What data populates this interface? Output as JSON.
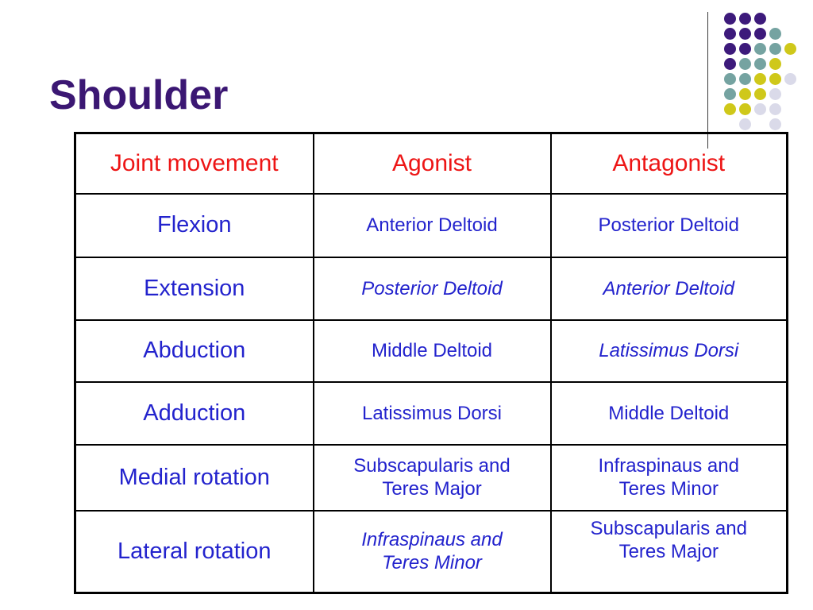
{
  "slide": {
    "title": "Shoulder"
  },
  "decoration": {
    "dot_colors": {
      "P": "#3d1a7b",
      "T": "#75a3a1",
      "Y": "#cfc81a",
      "L": "#dadae9"
    },
    "dot_rows": [
      "PPP..",
      "PPPT.",
      "PPTTY",
      "PTTY.",
      "TTYYL",
      "TYYL.",
      "YYLL.",
      ".L.L."
    ]
  },
  "colors": {
    "title_text": "#3b1773",
    "header_text": "#ed1515",
    "cell_text": "#2323cd",
    "table_border": "#000000"
  },
  "table": {
    "headers": [
      "Joint movement",
      "Agonist",
      "Antagonist"
    ],
    "rows": [
      {
        "movement": "Flexion",
        "agonist": {
          "lines": [
            "Anterior Deltoid"
          ],
          "italic": false
        },
        "antagonist": {
          "lines": [
            "Posterior Deltoid"
          ],
          "italic": false
        }
      },
      {
        "movement": "Extension",
        "agonist": {
          "lines": [
            "Posterior Deltoid"
          ],
          "italic": true
        },
        "antagonist": {
          "lines": [
            "Anterior Deltoid"
          ],
          "italic": true
        }
      },
      {
        "movement": "Abduction",
        "agonist": {
          "lines": [
            "Middle Deltoid"
          ],
          "italic": false
        },
        "antagonist": {
          "lines": [
            "Latissimus Dorsi"
          ],
          "italic": true
        }
      },
      {
        "movement": "Adduction",
        "agonist": {
          "lines": [
            "Latissimus Dorsi"
          ],
          "italic": false
        },
        "antagonist": {
          "lines": [
            "Middle Deltoid"
          ],
          "italic": false
        }
      },
      {
        "movement": "Medial rotation",
        "agonist": {
          "lines": [
            "Subscapularis and",
            "Teres Major"
          ],
          "italic": false
        },
        "antagonist": {
          "lines": [
            "Infraspinaus and",
            "Teres Minor"
          ],
          "italic": false
        }
      },
      {
        "movement": "Lateral rotation",
        "agonist": {
          "lines": [
            "Infraspinaus and",
            "Teres Minor"
          ],
          "italic": true
        },
        "antagonist": {
          "lines": [
            "Subscapularis and",
            "Teres Major"
          ],
          "italic": false,
          "valign": "top"
        }
      }
    ]
  }
}
